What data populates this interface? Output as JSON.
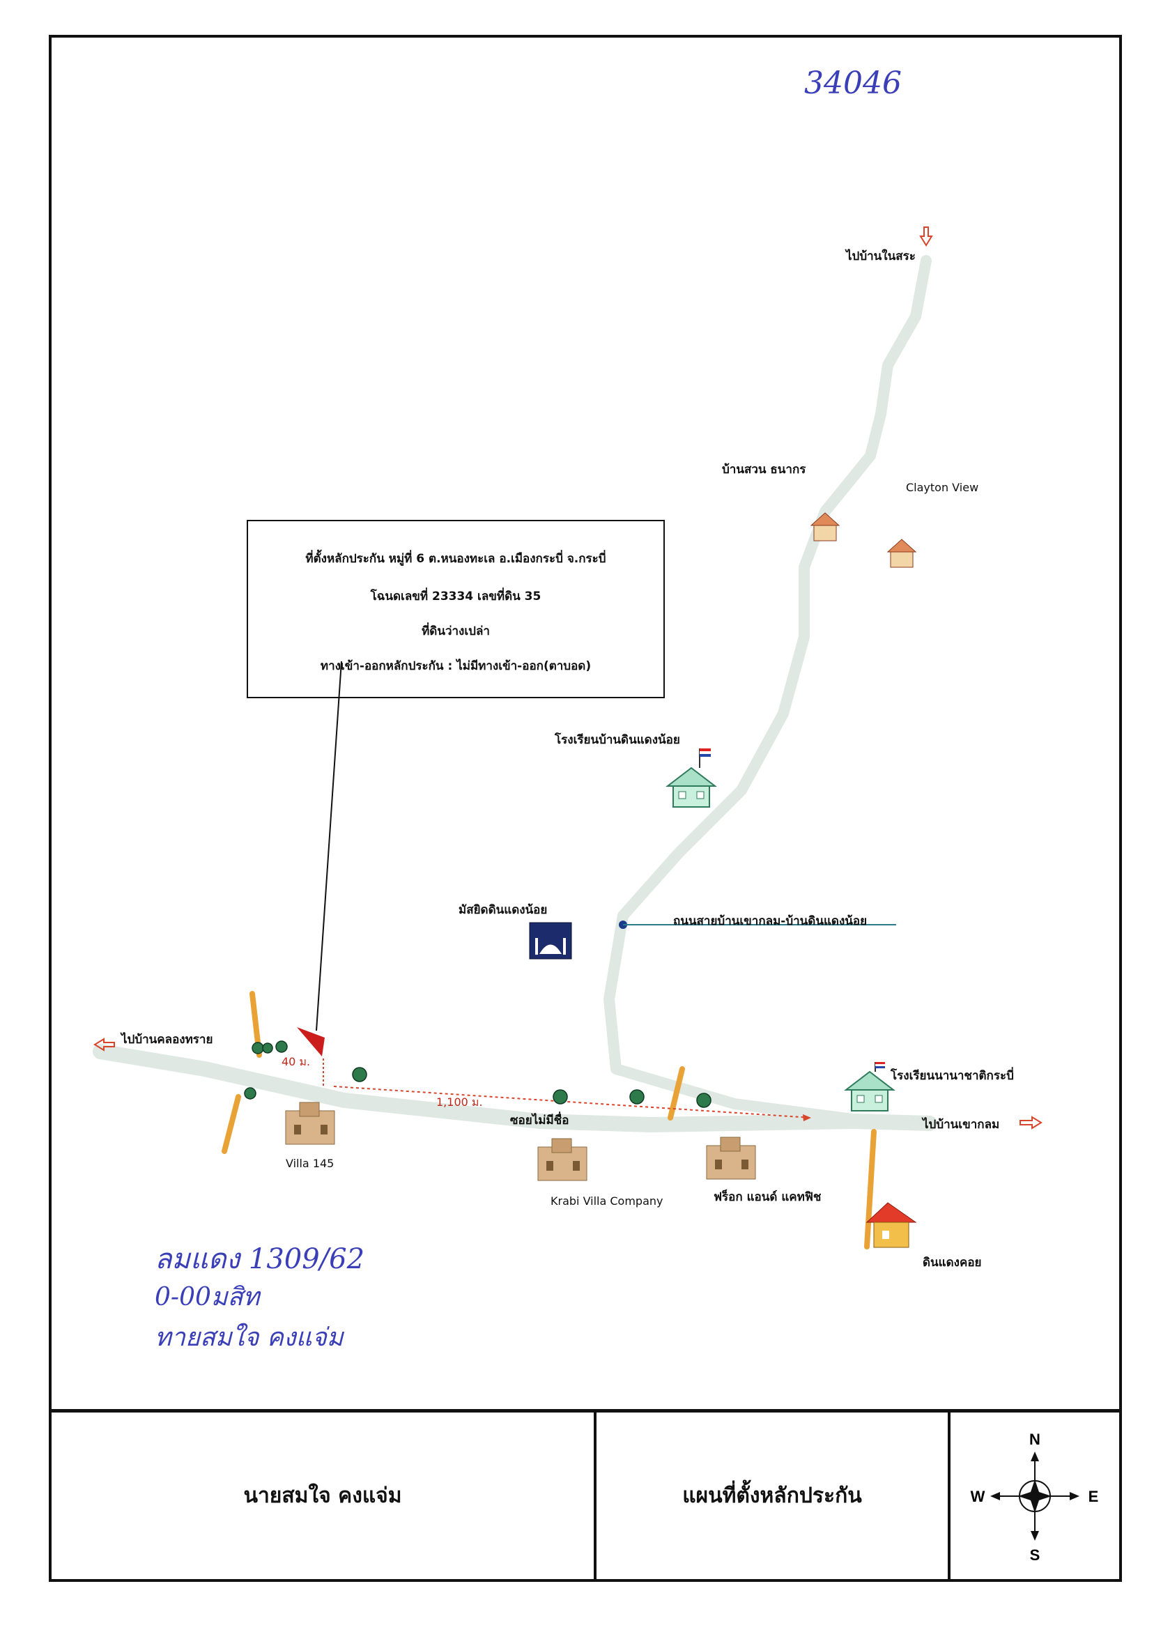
{
  "handwriting": {
    "top_number": "34046",
    "line1": "ลมแดง 1309/62",
    "line2": "0-00มสิท",
    "line3": "ทายสมใจ คงแจ่ม"
  },
  "info_box": {
    "line1": "ที่ตั้งหลักประกัน หมู่ที่ 6 ต.หนองทะเล อ.เมืองกระบี่ จ.กระบี่",
    "line2": "โฉนดเลขที่ 23334 เลขที่ดิน 35",
    "line3": "ที่ดินว่างเปล่า",
    "line4": "ทางเข้า-ออกหลักประกัน : ไม่มีทางเข้า-ออก(ตาบอด)"
  },
  "labels": {
    "to_ban_nai_sa": "ไปบ้านในสระ",
    "ban_suan_thanakorn": "บ้านสวน ธนากร",
    "clayton_view": "Clayton View",
    "school_din_daeng_noi": "โรงเรียนบ้านดินแดงน้อย",
    "mosque_din_daeng_noi": "มัสยิดดินแดงน้อย",
    "road_name": "ถนนสายบ้านเขากลม-บ้านดินแดงน้อย",
    "to_ban_khlong_sai": "ไปบ้านคลองทราย",
    "distance_40": "40 ม.",
    "distance_1100": "1,100 ม.",
    "soi_no_name": "ซอยไม่มีชื่อ",
    "intl_school": "โรงเรียนนานาชาติกระบี่",
    "to_ban_khao_klom": "ไปบ้านเขากลม",
    "villa_145": "Villa 145",
    "krabi_villa": "Krabi Villa Company",
    "frog_and_catfish": "ฟร็อก แอนด์ แคทฟิช",
    "din_daeng_khoi": "ดินแดงคอย"
  },
  "footer": {
    "owner_name": "นายสมใจ  คงแจ่ม",
    "map_title": "แผนที่ตั้งหลักประกัน"
  },
  "compass": {
    "north": "N",
    "south": "S",
    "east": "E",
    "west": "W"
  },
  "colors": {
    "road": "#dfe8e3",
    "side_road": "#e8a236",
    "arrow_outline": "#d9452b",
    "marker": "#cc1d1d",
    "road_label_line": "#2b7a8c",
    "school_green": "#4fae8d",
    "handwriting": "#3a3fb8"
  }
}
